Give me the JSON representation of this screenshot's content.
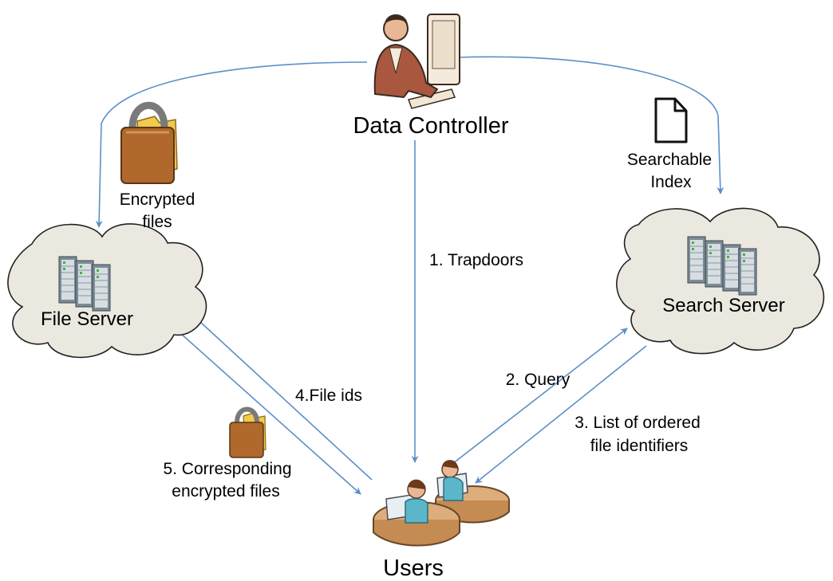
{
  "nodes": {
    "data_controller": "Data Controller",
    "file_server": "File Server",
    "search_server": "Search Server",
    "users": "Users"
  },
  "artifacts": {
    "encrypted_files": [
      "Encrypted",
      "files"
    ],
    "searchable_index": [
      "Searchable",
      "Index"
    ]
  },
  "edges": {
    "trapdoors": "1. Trapdoors",
    "query": "2. Query",
    "list_ordered": [
      "3. List of ordered",
      "file identifiers"
    ],
    "file_ids": "4.File ids",
    "corresponding": [
      "5. Corresponding",
      "encrypted files"
    ]
  },
  "colors": {
    "arrow": "#5b8fc7",
    "cloud_fill": "#ebe8df",
    "cloud_stroke": "#222222",
    "lock_body": "#b0682c",
    "folder": "#f1c54a",
    "server": "#6f7f8a"
  },
  "icons": [
    "person-at-computer-icon",
    "folder-lock-icon",
    "document-icon",
    "server-rack-icon",
    "users-at-desks-icon"
  ]
}
